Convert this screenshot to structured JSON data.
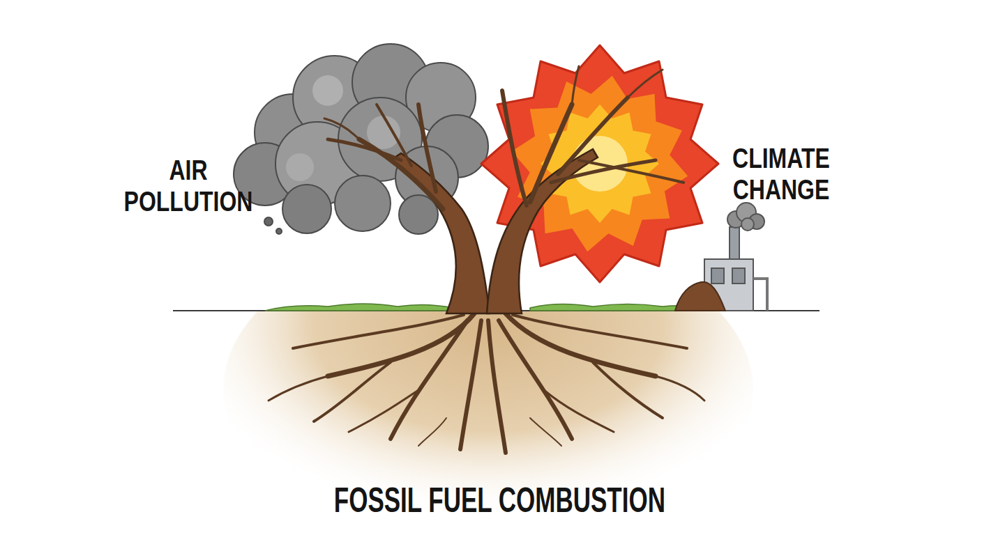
{
  "diagram": {
    "labels": [
      "AIR POLLUTION",
      "CLIMATE CHANGE",
      "FOSSIL FUEL COMBUSTION"
    ]
  }
}
